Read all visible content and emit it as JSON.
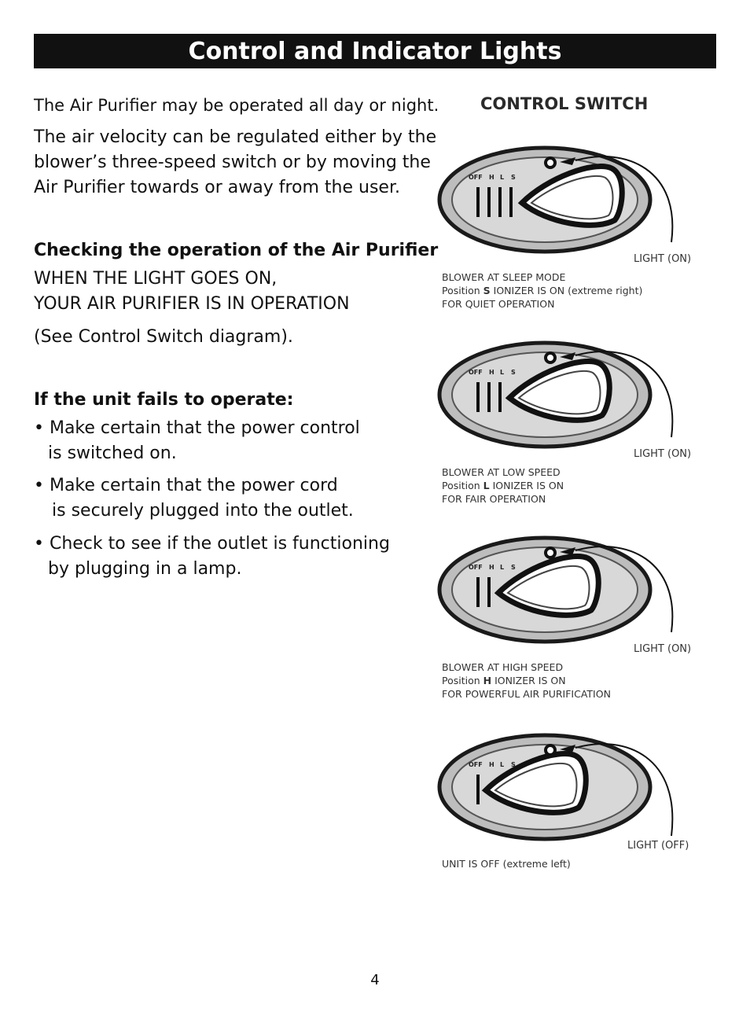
{
  "title": "Control and Indicator Lights",
  "intro": {
    "line1": "The Air Purifier may be operated all day or night.",
    "para2": [
      "The air velocity can be regulated either by the",
      "blower’s three-speed switch or by moving the",
      "Air Purifier towards or away from the user."
    ]
  },
  "checking": {
    "heading": "Checking the operation of the Air Purifier",
    "lines": [
      "WHEN THE LIGHT GOES ON,",
      "YOUR AIR PURIFIER IS IN OPERATION"
    ],
    "see": "(See Control Switch diagram)."
  },
  "fails": {
    "heading": "If the unit fails to operate:",
    "bullets": [
      [
        "• Make certain that the power control",
        "is switched on."
      ],
      [
        "•  Make certain that the power cord",
        "is securely plugged into the outlet."
      ],
      [
        "• Check to see if the outlet is functioning",
        "by plugging in a lamp."
      ]
    ]
  },
  "control_switch": {
    "title": "CONTROL SWITCH",
    "switch_labels": [
      "OFF",
      "H",
      "L",
      "S"
    ],
    "diagrams": [
      {
        "light": "LIGHT (ON)",
        "captions": [
          "BLOWER AT SLEEP MODE",
          "Position",
          "S",
          "IONIZER IS ON (extreme right)",
          "FOR QUIET OPERATION"
        ]
      },
      {
        "light": "LIGHT (ON)",
        "captions": [
          "BLOWER AT LOW SPEED",
          "Position",
          "L",
          "IONIZER IS ON",
          "FOR FAIR OPERATION"
        ]
      },
      {
        "light": "LIGHT (ON)",
        "captions": [
          "BLOWER AT HIGH SPEED",
          "Position",
          "H",
          "IONIZER IS ON",
          "FOR POWERFUL AIR PURIFICATION"
        ]
      },
      {
        "light": "LIGHT (OFF)",
        "captions": [
          "UNIT IS OFF (extreme left)"
        ]
      }
    ]
  },
  "page_number": "4"
}
